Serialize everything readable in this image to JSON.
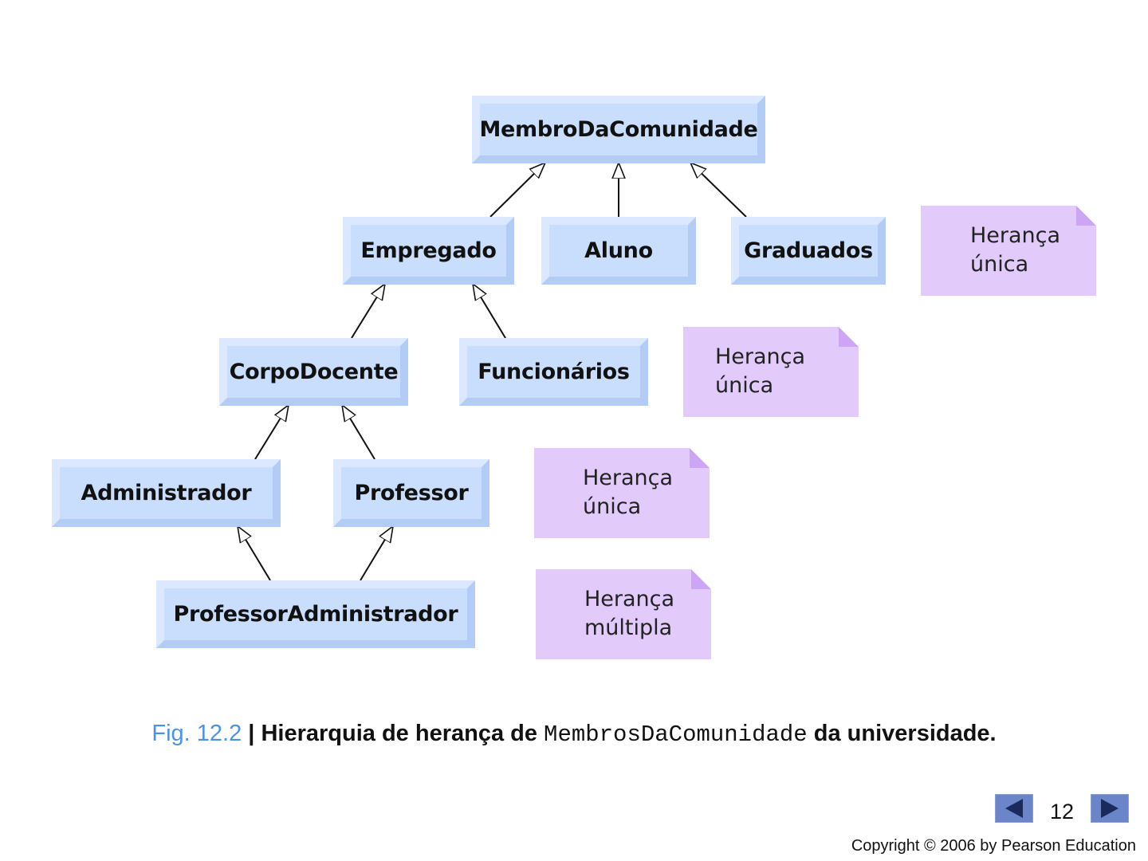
{
  "diagram": {
    "classes": {
      "membro": "MembroDaComunidade",
      "empregado": "Empregado",
      "aluno": "Aluno",
      "graduados": "Graduados",
      "corpodocente": "CorpoDocente",
      "funcionarios": "Funcionários",
      "administrador": "Administrador",
      "professor": "Professor",
      "profadmin": "ProfessorAdministrador"
    },
    "notes": [
      {
        "line1": "Herança",
        "line2": "única"
      },
      {
        "line1": "Herança",
        "line2": "única"
      },
      {
        "line1": "Herança",
        "line2": "única"
      },
      {
        "line1": "Herança",
        "line2": "múltipla"
      }
    ],
    "relations": [
      {
        "from": "Empregado",
        "to": "MembroDaComunidade",
        "type": "inheritance"
      },
      {
        "from": "Aluno",
        "to": "MembroDaComunidade",
        "type": "inheritance"
      },
      {
        "from": "Graduados",
        "to": "MembroDaComunidade",
        "type": "inheritance"
      },
      {
        "from": "CorpoDocente",
        "to": "Empregado",
        "type": "inheritance"
      },
      {
        "from": "Funcionários",
        "to": "Empregado",
        "type": "inheritance"
      },
      {
        "from": "Administrador",
        "to": "CorpoDocente",
        "type": "inheritance"
      },
      {
        "from": "Professor",
        "to": "CorpoDocente",
        "type": "inheritance"
      },
      {
        "from": "ProfessorAdministrador",
        "to": "Administrador",
        "type": "inheritance"
      },
      {
        "from": "ProfessorAdministrador",
        "to": "Professor",
        "type": "inheritance"
      }
    ]
  },
  "caption": {
    "fig_label": "Fig. 12.2",
    "separator": " | ",
    "text_before": "Hierarquia de herança de ",
    "code": "MembrosDaComunidade",
    "text_after": " da universidade."
  },
  "footer": {
    "page_number": "12",
    "copyright": "Copyright © 2006 by Pearson Education",
    "prev_icon": "left-triangle-icon",
    "next_icon": "right-triangle-icon"
  },
  "colors": {
    "class_box": "#c9ddfd",
    "note": "#e2cbfb",
    "fig_label": "#4c93e8",
    "nav_button": "#6b86c8"
  }
}
